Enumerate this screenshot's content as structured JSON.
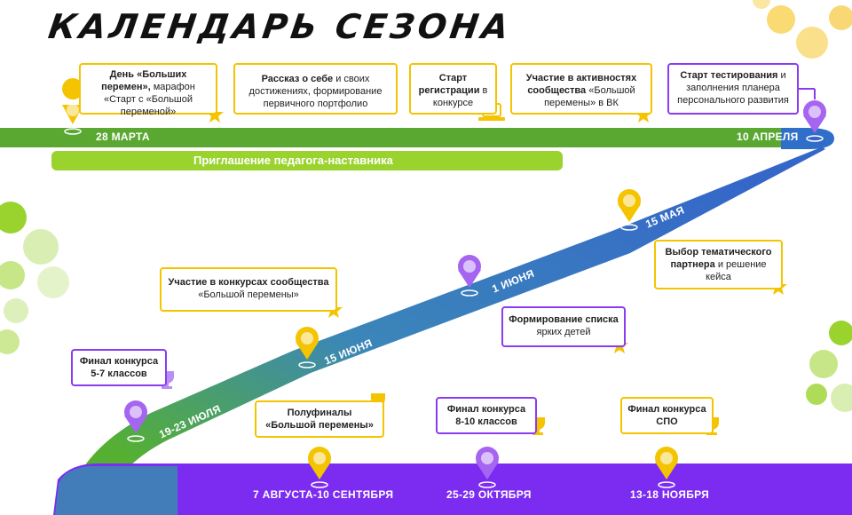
{
  "title": "КАЛЕНДАРЬ СЕЗОНА",
  "invite_bar": "Приглашение педагога-наставника",
  "dates": {
    "d1": "28 МАРТА",
    "d2": "10 АПРЕЛЯ",
    "d3": "15 МАЯ",
    "d4": "1 ИЮНЯ",
    "d5": "15 ИЮНЯ",
    "d6": "19-23 ИЮЛЯ",
    "d7": "7 АВГУСТА-10 СЕНТЯБРЯ",
    "d8": "25-29 ОКТЯБРЯ",
    "d9": "13-18 НОЯБРЯ"
  },
  "cards": {
    "c1": {
      "bold": "День «Больших перемен»,",
      "text": "марафон «Старт с «Большой переменой»"
    },
    "c2": {
      "bold": "Рассказ о себе",
      "text": "и своих достижениях, формирование первичного портфолио"
    },
    "c3": {
      "bold": "Старт регистрации",
      "text": "в конкурсе"
    },
    "c4": {
      "bold": "Участие в активностях сообщества",
      "text": "«Большой перемены» в ВК"
    },
    "c5": {
      "bold": "Старт тестирования",
      "text": "и заполнения планера персонального развития"
    },
    "c6": {
      "bold": "Выбор тематического партнера",
      "text": "и решение кейса"
    },
    "c7": {
      "bold": "Участие в конкурсах сообщества",
      "text": "«Большой перемены»"
    },
    "c8": {
      "bold": "Формирование списка",
      "text": "ярких детей"
    },
    "c9": {
      "bold": "Финал конкурса 5-7 классов",
      "text": ""
    },
    "c10": {
      "bold": "Полуфиналы «Большой перемены»",
      "text": ""
    },
    "c11": {
      "bold": "Финал конкурса 8-10 классов",
      "text": ""
    },
    "c12": {
      "bold": "Финал конкурса СПО",
      "text": ""
    }
  },
  "colors": {
    "green": "#5aa832",
    "blue": "#2f6fc9",
    "purple": "#7b2cf0",
    "lime": "#9ad32e",
    "yellow": "#f4c400",
    "pin_purple": "#a565f0"
  },
  "icons": [
    "pin-icon",
    "star-icon",
    "laptop-icon",
    "trophy-icon"
  ]
}
